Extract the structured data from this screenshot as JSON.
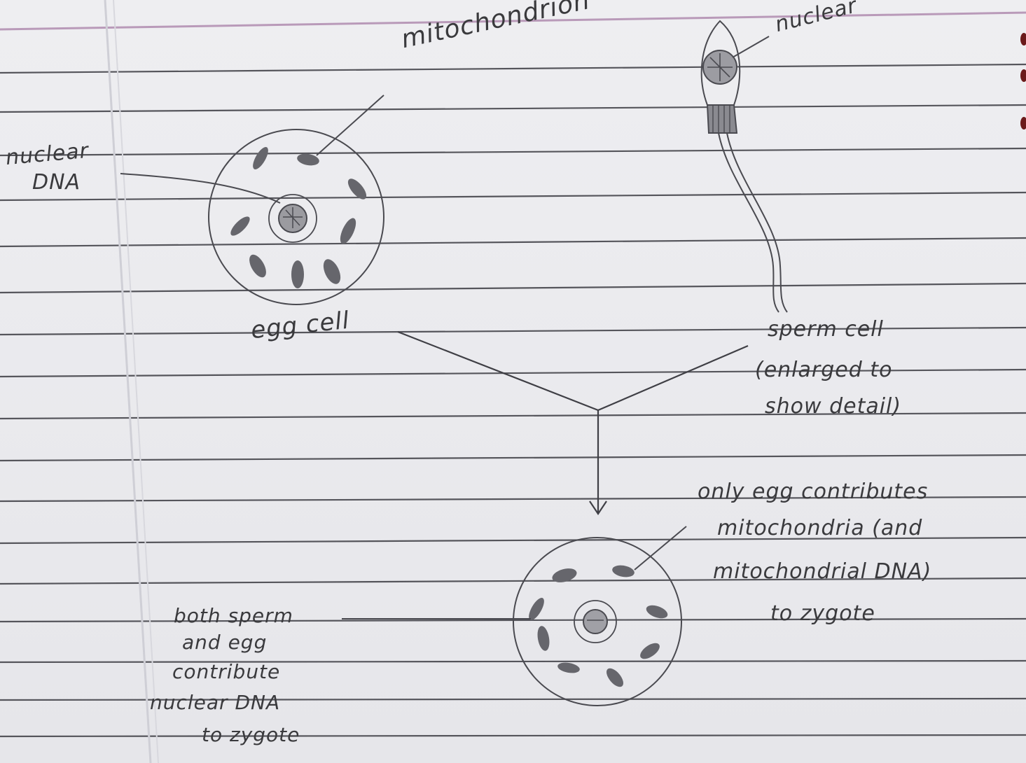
{
  "labels": {
    "mitochondrion": "mitochondrion",
    "nuclear_top": "nuclear",
    "nuclear_dna_1": "nuclear",
    "nuclear_dna_2": "DNA",
    "egg_cell": "egg cell",
    "sperm_1": "sperm cell",
    "sperm_2": "(enlarged to",
    "sperm_3": "show detail)",
    "only_1": "only egg contributes",
    "only_2": "mitochondria (and",
    "only_3": "mitochondrial DNA)",
    "only_4": "to zygote",
    "both_1": "both sperm",
    "both_2": "and egg",
    "both_3": "contribute",
    "both_4": "nuclear DNA",
    "both_5": "to zygote"
  },
  "colors": {
    "paper": "#ececef",
    "rule": "#4a4a50",
    "margin": "#c9a9c9",
    "ink": "#3a3a3d",
    "organelle": "#6a6a70"
  }
}
